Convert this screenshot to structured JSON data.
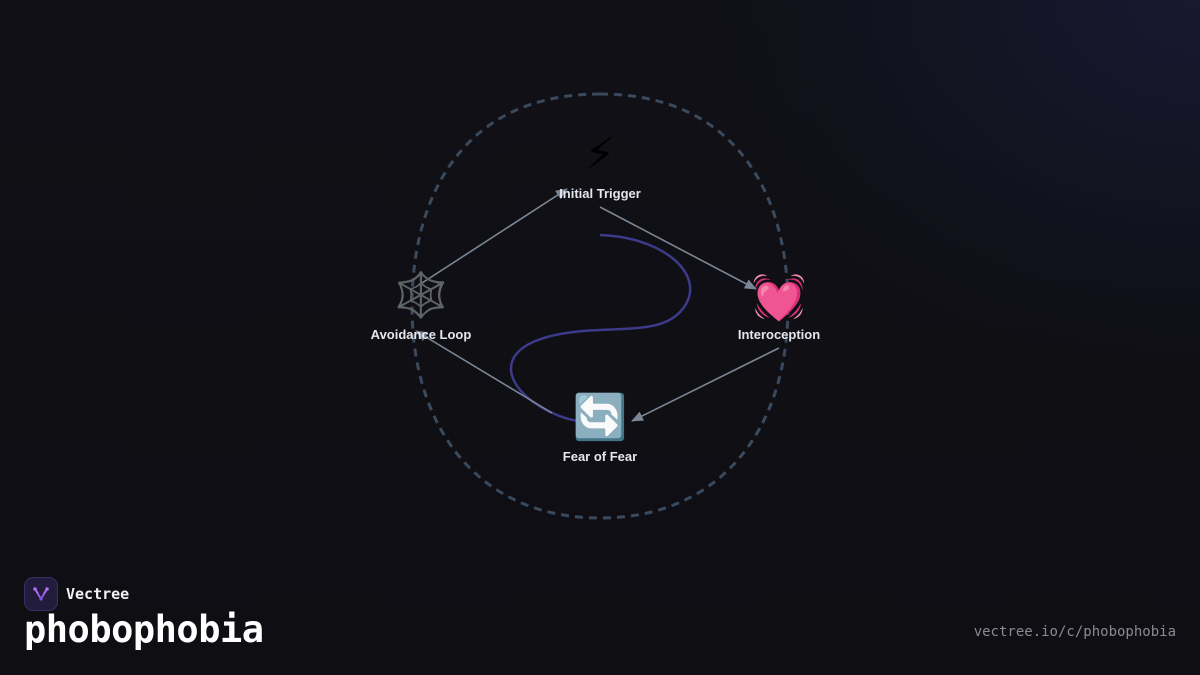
{
  "diagram": {
    "nodes": [
      {
        "id": "trigger",
        "icon": "⚡",
        "icon_name": "lightning-icon",
        "label": "Initial Trigger"
      },
      {
        "id": "interoception",
        "icon": "💓",
        "icon_name": "beating-heart-icon",
        "label": "Interoception"
      },
      {
        "id": "fear",
        "icon": "🔄",
        "icon_name": "cycle-arrows-icon",
        "label": "Fear of Fear"
      },
      {
        "id": "avoidance",
        "icon": "🕸️",
        "icon_name": "spider-web-icon",
        "label": "Avoidance Loop"
      }
    ],
    "edges": [
      {
        "from": "trigger",
        "to": "interoception"
      },
      {
        "from": "interoception",
        "to": "fear"
      },
      {
        "from": "fear",
        "to": "avoidance"
      },
      {
        "from": "avoidance",
        "to": "trigger"
      }
    ],
    "colors": {
      "ring": "#3a4a5e",
      "arrow": "#7a8696",
      "swirl": "#3d3a8a"
    }
  },
  "brand": {
    "name": "Vectree",
    "logo_icon": "vectree-logo-icon"
  },
  "page": {
    "title": "phobophobia",
    "url": "vectree.io/c/phobophobia"
  }
}
